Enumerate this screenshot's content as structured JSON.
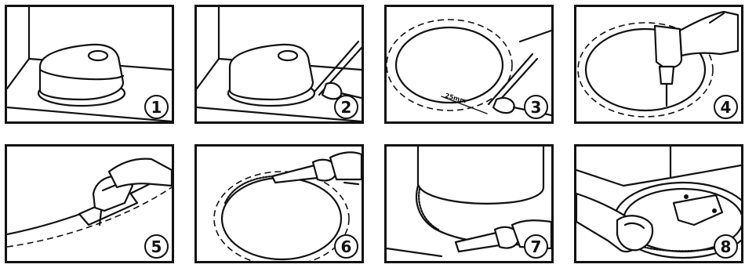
{
  "steps": [
    {
      "number": "1",
      "icon": "appliance-on-counter-icon"
    },
    {
      "number": "2",
      "icon": "trace-outline-icon"
    },
    {
      "number": "3",
      "icon": "mark-cut-line-icon"
    },
    {
      "number": "4",
      "icon": "drill-pilot-hole-icon"
    },
    {
      "number": "5",
      "icon": "jigsaw-cut-icon"
    },
    {
      "number": "6",
      "icon": "apply-sealant-icon"
    },
    {
      "number": "7",
      "icon": "seal-edge-icon"
    },
    {
      "number": "8",
      "icon": "fasten-clamp-icon"
    }
  ],
  "step3_label": "25mm"
}
